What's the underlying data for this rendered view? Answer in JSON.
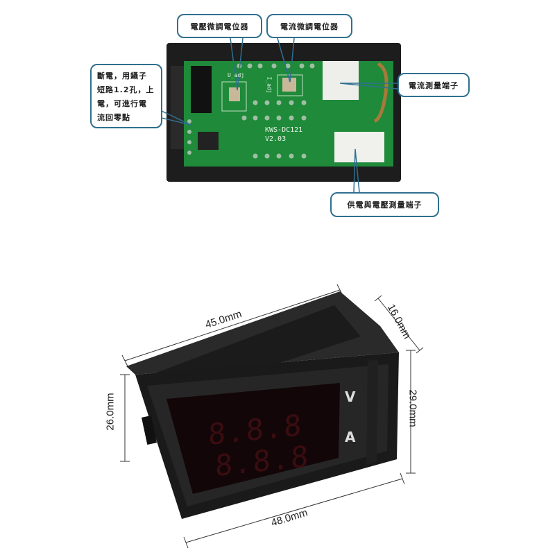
{
  "callouts": {
    "voltage_trim": "電壓微調電位器",
    "current_trim": "電流微調電位器",
    "zero_note": [
      "斷電，用鑷子",
      "短路1.2孔，上",
      "電，可進行電",
      "流回零點"
    ],
    "current_terminal": "電流測量端子",
    "power_voltage_terminal": "供電與電壓測量端子"
  },
  "pcb": {
    "model": "KWS-DC121",
    "version": "V2.03",
    "label_u": "U_adj",
    "label_i": "I_adj"
  },
  "meter": {
    "unit_v": "V",
    "unit_a": "A",
    "digits_top": "8.8.8",
    "digits_bottom": "8.8.8"
  },
  "dimensions": {
    "width_top": "45.0mm",
    "depth": "16.0mm",
    "height_front": "29.0mm",
    "height_body": "26.0mm",
    "width_front": "48.0mm"
  },
  "colors": {
    "callout_border": "#2f6f8f",
    "pcb_green": "#1f8a3a",
    "case": "#1b1b1b"
  }
}
